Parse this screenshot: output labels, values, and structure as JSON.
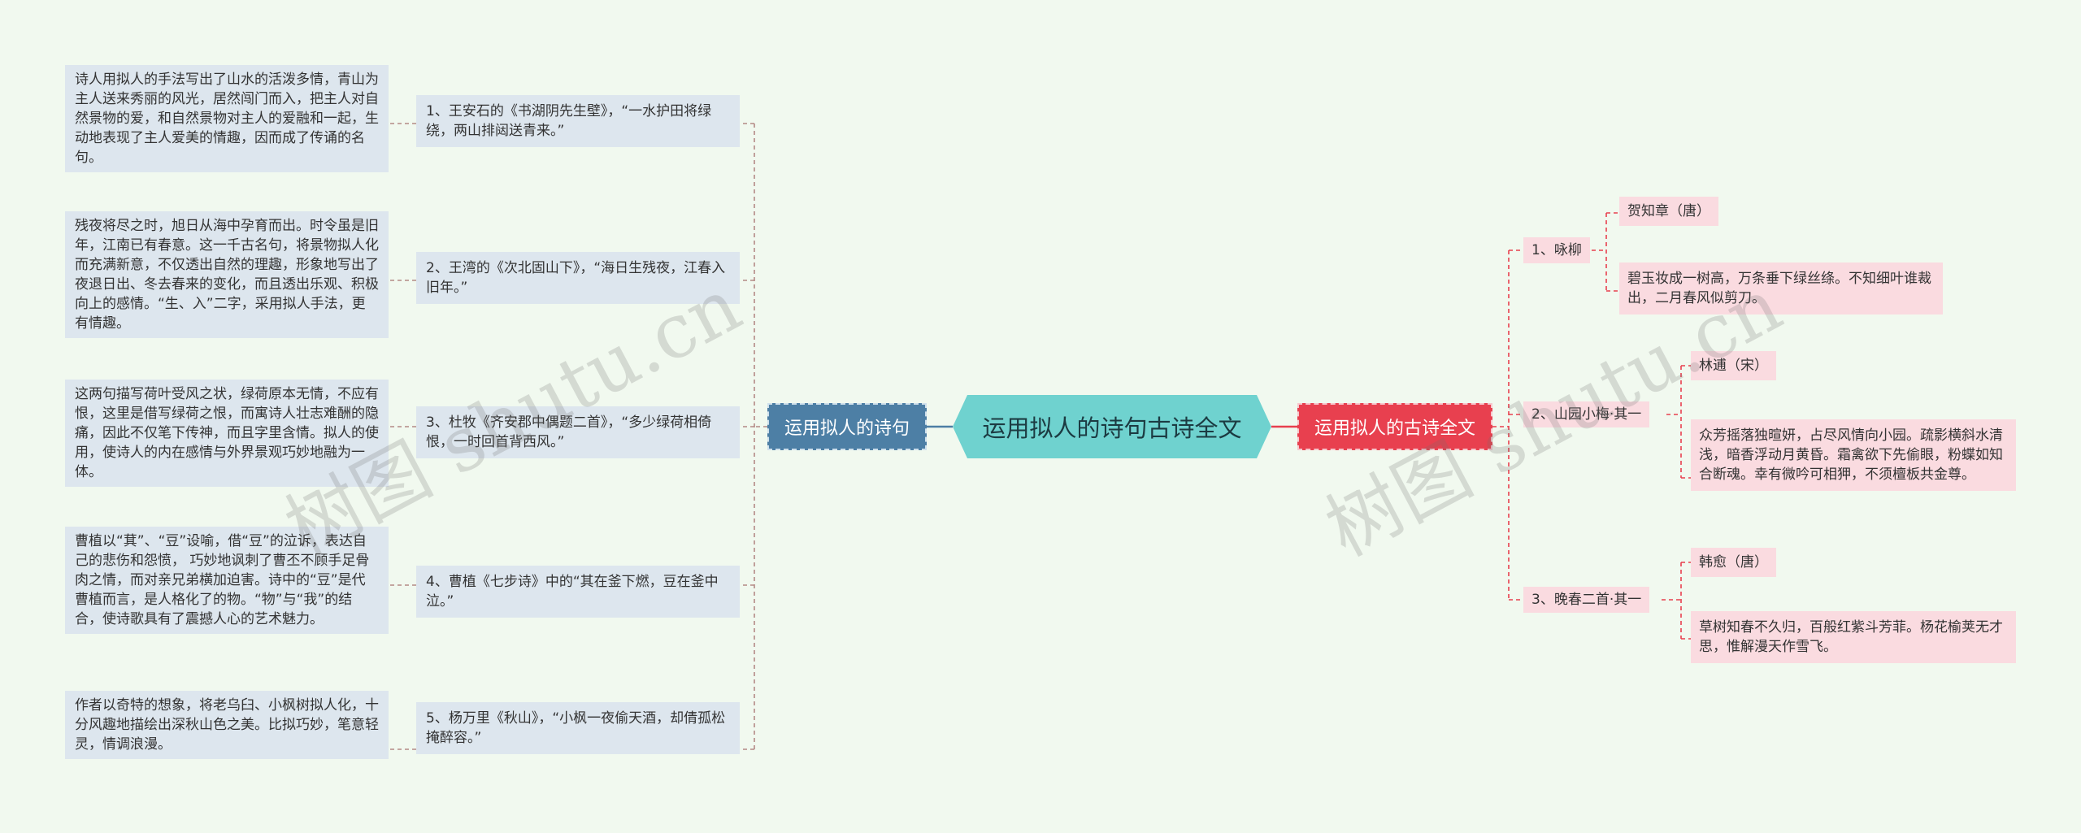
{
  "center": {
    "label": "运用拟人的诗句古诗全文"
  },
  "left": {
    "label": "运用拟人的诗句",
    "items": [
      {
        "label": "1、王安石的《书湖阴先生壁》，“一水护田将绿绕，两山排闼送青来。”",
        "note": "诗人用拟人的手法写出了山水的活泼多情，青山为主人送来秀丽的风光，居然闯门而入，把主人对自然景物的爱，和自然景物对主人的爱融和一起，生动地表现了主人爱美的情趣，因而成了传诵的名句。"
      },
      {
        "label": "2、王湾的《次北固山下》，“海日生残夜，江春入旧年。”",
        "note": "残夜将尽之时，旭日从海中孕育而出。时令虽是旧年，江南已有春意。这一千古名句，将景物拟人化而充满新意，不仅透出自然的理趣，形象地写出了夜退日出、冬去春来的变化，而且透出乐观、积极向上的感情。“生、入”二字，采用拟人手法，更有情趣。"
      },
      {
        "label": "3、杜牧《齐安郡中偶题二首》，“多少绿荷相倚恨，一时回首背西风。”",
        "note": "这两句描写荷叶受风之状，绿荷原本无情，不应有恨，这里是借写绿荷之恨，而寓诗人壮志难酬的隐痛，因此不仅笔下传神，而且字里含情。拟人的使用，使诗人的内在感情与外界景观巧妙地融为一体。"
      },
      {
        "label": "4、曹植《七步诗》中的“其在釜下燃，豆在釜中泣。”",
        "note": "曹植以“萁”、“豆”设喻，借“豆”的泣诉，表达自己的悲伤和怨愤， 巧妙地讽刺了曹丕不顾手足骨肉之情，而对亲兄弟横加迫害。诗中的“豆”是代曹植而言，是人格化了的物。“物”与“我”的结合，使诗歌具有了震撼人心的艺术魅力。"
      },
      {
        "label": "5、杨万里《秋山》，“小枫一夜偷天酒，却倩孤松掩醉容。”",
        "note": "作者以奇特的想象，将老乌臼、小枫树拟人化，十分风趣地描绘出深秋山色之美。比拟巧妙，笔意轻灵，情调浪漫。"
      }
    ]
  },
  "right": {
    "label": "运用拟人的古诗全文",
    "items": [
      {
        "label": "1、咏柳",
        "author": "贺知章（唐）",
        "text": "碧玉妆成一树高，万条垂下绿丝绦。不知细叶谁裁出，二月春风似剪刀。"
      },
      {
        "label": "2、山园小梅·其一",
        "author": "林逋（宋）",
        "text": "众芳摇落独暄妍，占尽风情向小园。疏影横斜水清浅，暗香浮动月黄昏。霜禽欲下先偷眼，粉蝶如知合断魂。幸有微吟可相狎，不须檀板共金尊。"
      },
      {
        "label": "3、晚春二首·其一",
        "author": "韩愈（唐）",
        "text": "草树知春不久归，百般红紫斗芳菲。杨花榆荚无才思，惟解漫天作雪飞。"
      }
    ]
  },
  "watermarks": [
    "树图 shutu.cn",
    "树图 shutu.cn"
  ],
  "colors": {
    "background": "#f1f9ef",
    "center": "#6fd2cf",
    "left_main": "#4d7fa5",
    "right_main": "#e8404f",
    "left_node": "#dde6ee",
    "right_node": "#fadbe0",
    "left_line": "#4d7fa5",
    "right_line": "#e8404f"
  }
}
